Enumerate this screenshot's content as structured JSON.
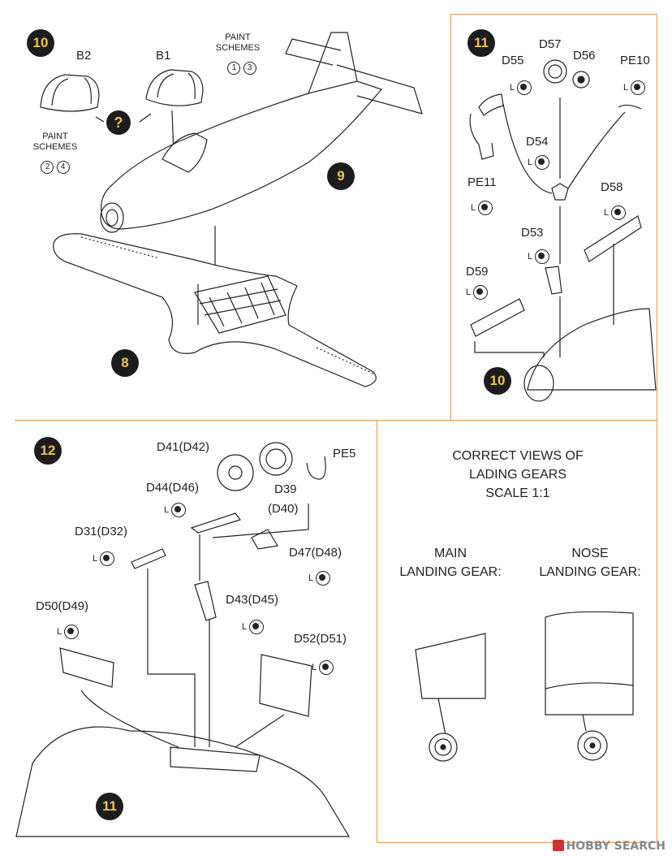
{
  "step10": {
    "number": "10",
    "parts": {
      "b2": "B2",
      "b1": "B1"
    },
    "paint_schemes_label": "PAINT\nSCHEMES",
    "schemes_a": [
      "1",
      "3"
    ],
    "schemes_b": [
      "2",
      "4"
    ],
    "question_mark": "?",
    "sub_steps": {
      "nine": "9",
      "eight": "8"
    }
  },
  "step11": {
    "number": "11",
    "parts": {
      "d55": "D55",
      "d57": "D57",
      "d56": "D56",
      "pe10": "PE10",
      "d54": "D54",
      "pe11": "PE11",
      "d58": "D58",
      "d53": "D53",
      "d59": "D59"
    },
    "l_mark": "L",
    "sub_step": "10"
  },
  "step12": {
    "number": "12",
    "parts": {
      "d41": "D41(D42)",
      "pe5": "PE5",
      "d44": "D44(D46)",
      "d39": "D39",
      "d40": "(D40)",
      "d31": "D31(D32)",
      "d47": "D47(D48)",
      "d43": "D43(D45)",
      "d50": "D50(D49)",
      "d52": "D52(D51)"
    },
    "l_mark": "L",
    "sub_step": "11"
  },
  "views": {
    "title_l1": "CORRECT VIEWS OF",
    "title_l2": "LADING GEARS",
    "title_l3": "SCALE 1:1",
    "main_l1": "MAIN",
    "main_l2": "LANDING GEAR:",
    "nose_l1": "NOSE",
    "nose_l2": "LANDING GEAR:"
  },
  "watermark": "HOBBY SEARCH",
  "colors": {
    "border": "#e8924a",
    "badge_bg": "#1c1c1c",
    "badge_text": "#f1c44a"
  }
}
